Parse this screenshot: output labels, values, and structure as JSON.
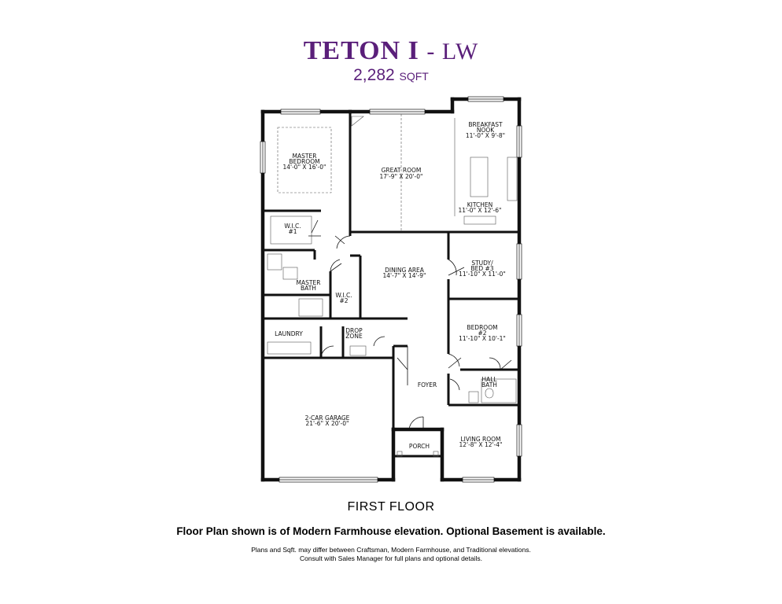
{
  "header": {
    "plan_name": "TETON I",
    "plan_suffix": "- LW",
    "sqft_value": "2,282",
    "sqft_unit": "SQFT"
  },
  "rooms": {
    "master_bedroom": {
      "name_line1": "MASTER",
      "name_line2": "BEDROOM",
      "dims": "14'-0\" X 16'-0\""
    },
    "great_room": {
      "name": "GREAT ROOM",
      "dims": "17'-9\" X 20'-0\""
    },
    "breakfast_nook": {
      "name_line1": "BREAKFAST",
      "name_line2": "NOOK",
      "dims": "11'-0\" X 9'-8\""
    },
    "kitchen": {
      "name": "KITCHEN",
      "dims": "11'-0\" X 12'-6\""
    },
    "wic_1": {
      "name_line1": "W.I.C.",
      "name_line2": "#1"
    },
    "master_bath": {
      "name_line1": "MASTER",
      "name_line2": "BATH"
    },
    "wic_2": {
      "name_line1": "W.I.C.",
      "name_line2": "#2"
    },
    "dining_area": {
      "name": "DINING AREA",
      "dims": "14'-7\" X 14'-9\""
    },
    "study": {
      "name_line1": "STUDY/",
      "name_line2": "BED #3",
      "dims": "11'-10\" X 11'-0\""
    },
    "bedroom_2": {
      "name_line1": "BEDROOM",
      "name_line2": "#2",
      "dims": "11'-10\" X 10'-1\""
    },
    "laundry": {
      "name": "LAUNDRY"
    },
    "drop_zone": {
      "name_line1": "DROP",
      "name_line2": "ZONE"
    },
    "hall_bath": {
      "name_line1": "HALL",
      "name_line2": "BATH"
    },
    "foyer": {
      "name": "FOYER"
    },
    "garage": {
      "name": "2-CAR GARAGE",
      "dims": "21'-6\" X 20'-0\""
    },
    "porch": {
      "name": "PORCH"
    },
    "living_room": {
      "name": "LIVING ROOM",
      "dims": "12'-8\" X 12'-4\""
    }
  },
  "footer": {
    "floor_label": "FIRST FLOOR",
    "main_note": "Floor Plan shown is of Modern Farmhouse elevation. Optional Basement is available.",
    "fine_print_line1": "Plans and Sqft. may differ between Craftsman, Modern Farmhouse, and Traditional elevations.",
    "fine_print_line2": "Consult with Sales Manager for full plans and optional details."
  },
  "colors": {
    "title": "#5a1f7a",
    "walls": "#111111"
  }
}
